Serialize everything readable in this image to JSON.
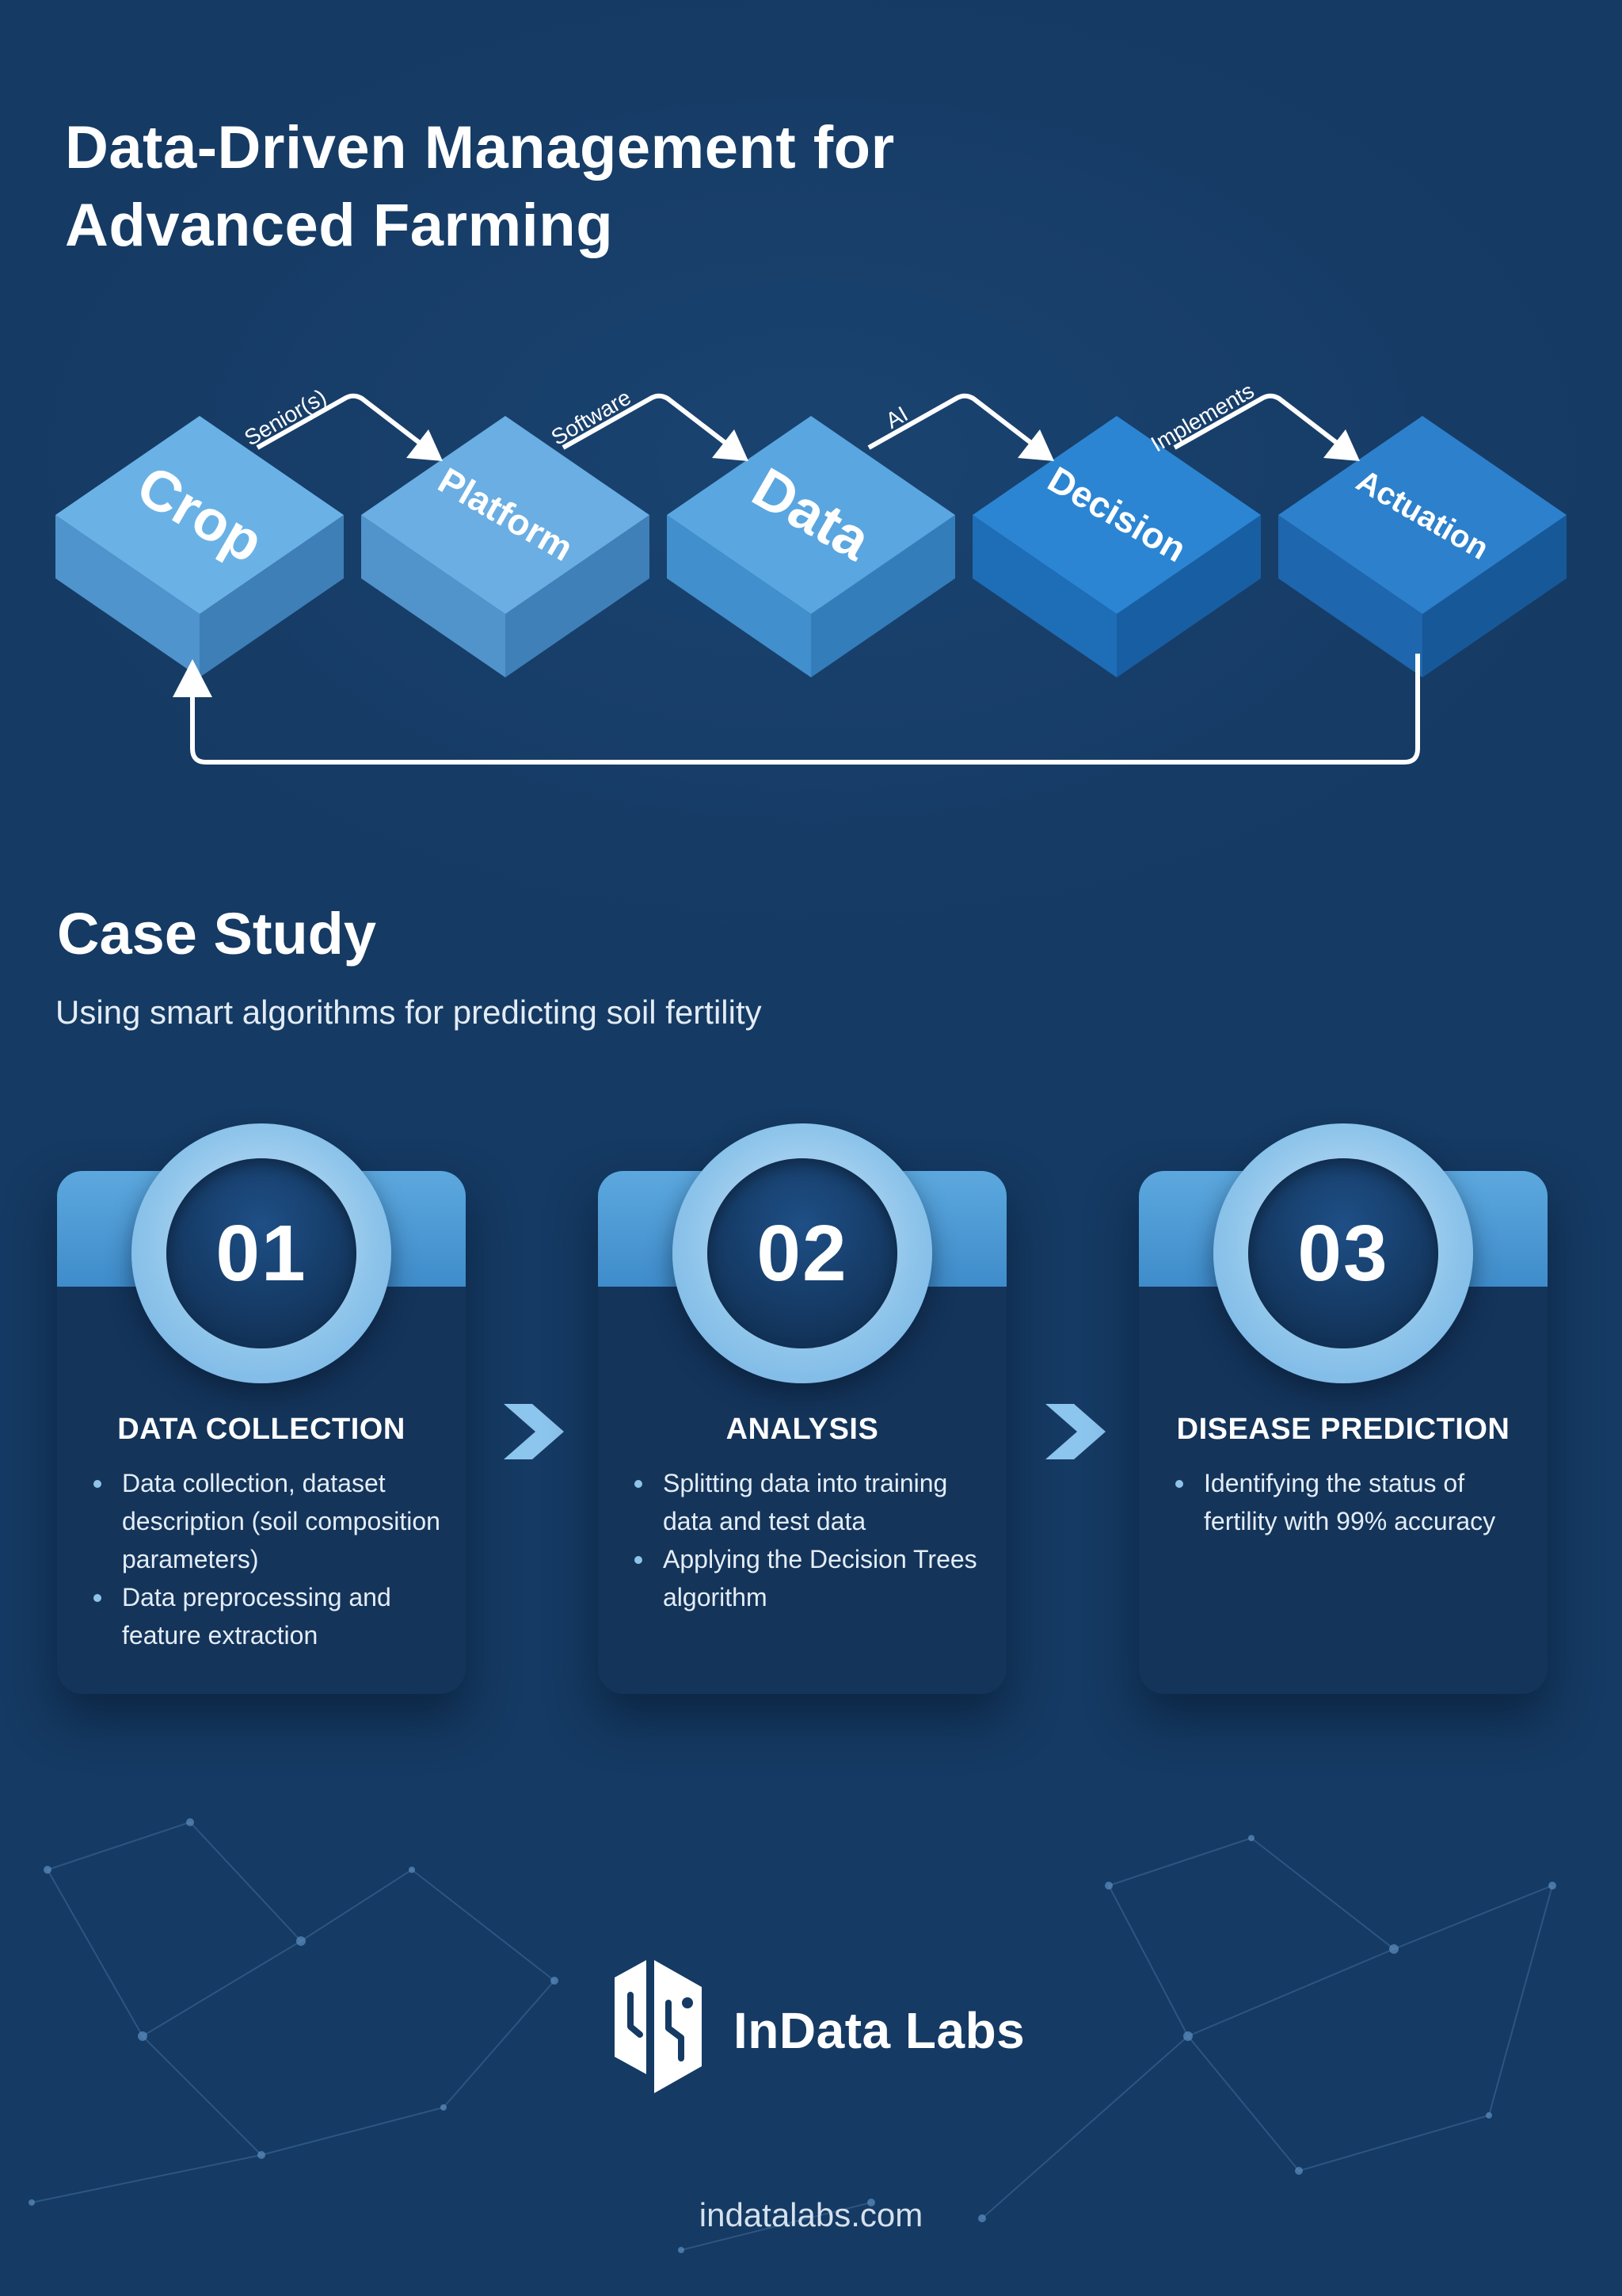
{
  "title": "Data-Driven Management for Advanced Farming",
  "flow": {
    "blocks": [
      "Crop",
      "Platform",
      "Data",
      "Decision",
      "Actuation"
    ],
    "connectors": [
      "Senior(s)",
      "Software",
      "AI",
      "Implements"
    ]
  },
  "case_study": {
    "heading": "Case Study",
    "subtitle": "Using smart algorithms for predicting soil fertility",
    "steps": [
      {
        "number": "01",
        "title": "DATA COLLECTION",
        "bullets": [
          "Data collection, dataset description (soil composition parameters)",
          "Data preprocessing and feature extraction"
        ]
      },
      {
        "number": "02",
        "title": "ANALYSIS",
        "bullets": [
          "Splitting data into training data and test data",
          "Applying the Decision Trees algorithm"
        ]
      },
      {
        "number": "03",
        "title": "DISEASE PREDICTION",
        "bullets": [
          "Identifying the status of fertility with 99% accuracy"
        ]
      }
    ]
  },
  "brand": {
    "name": "InData Labs",
    "url": "indatalabs.com"
  },
  "colors": {
    "background": "#153a63",
    "accent": "#5ca8de",
    "card": "#14345a"
  },
  "icons": [
    "chevron-right-icon",
    "indata-labs-logo"
  ]
}
